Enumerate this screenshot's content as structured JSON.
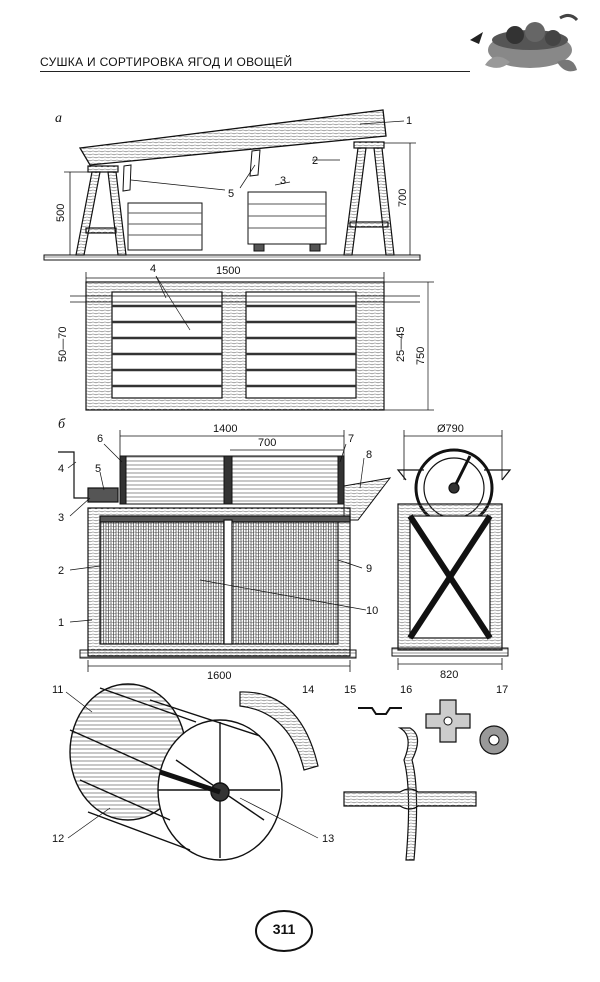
{
  "header": {
    "title": "СУШКА И СОРТИРОВКА ЯГОД И ОВОЩЕЙ"
  },
  "figure_a": {
    "letter": "а",
    "dims": {
      "length": "1500",
      "height_left": "500",
      "height_right": "700",
      "total_height": "750",
      "gap_left": "50—70",
      "gap_right": "25—45"
    },
    "callouts": [
      "1",
      "2",
      "3",
      "4",
      "5"
    ]
  },
  "figure_b": {
    "letter": "б",
    "dims": {
      "drum_length": "1400",
      "half_length": "700",
      "frame_length": "1600",
      "diameter": "Ø790",
      "frame_width": "820"
    },
    "callouts": [
      "1",
      "2",
      "3",
      "4",
      "5",
      "6",
      "7",
      "8",
      "9",
      "10",
      "11",
      "12",
      "13",
      "14",
      "15",
      "16",
      "17"
    ]
  },
  "footer": {
    "page_number": "311"
  },
  "icons": {
    "decoration": "basket-of-vegetables-icon"
  }
}
